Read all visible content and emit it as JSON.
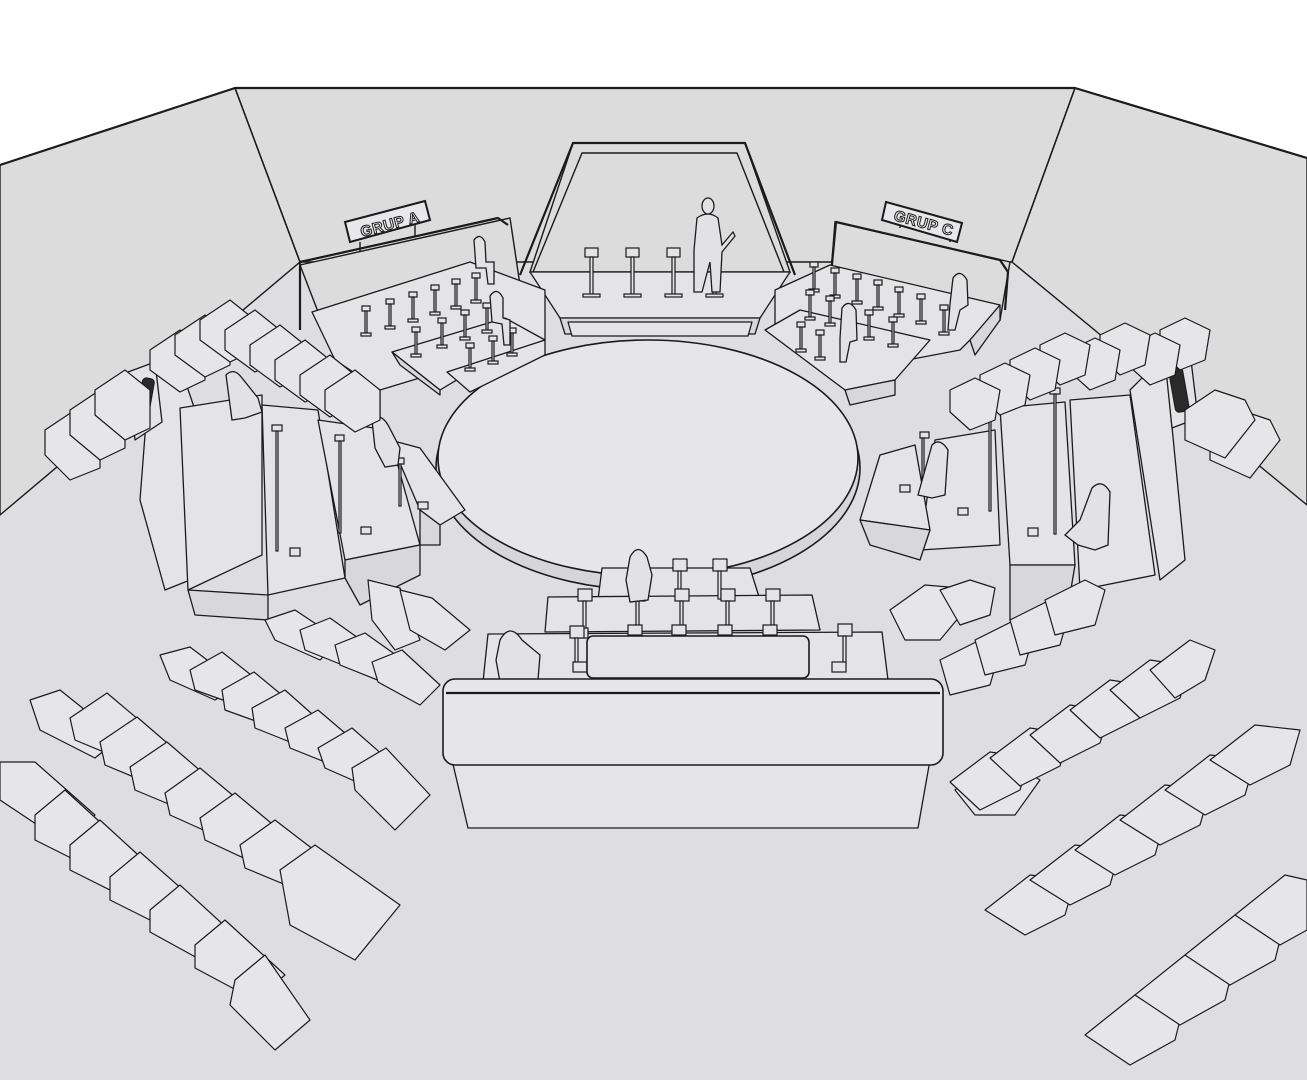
{
  "scene": {
    "description": "Line-art 3D render of an octagonal TV quiz show studio",
    "background_color": "#ffffff",
    "floor_color": "#dedee0",
    "wall_color": "#dcdcdd",
    "line_color": "#1b1b1b"
  },
  "signs": {
    "group_a": "GRUP A",
    "group_c": "GRUP C"
  },
  "elements": {
    "host_stage": {
      "podium_count": 4,
      "people": 1
    },
    "group_a_podiums": {
      "rows": 3,
      "podium_count": 15,
      "people": 2
    },
    "group_c_podiums": {
      "rows": 3,
      "podium_count": 16,
      "people": 2
    },
    "left_wing_podiums": {
      "rows": 3,
      "people": 2
    },
    "right_wing_podiums": {
      "rows": 3,
      "people": 2
    },
    "front_podiums": {
      "podium_count": 10,
      "people": 2
    },
    "central_stage": "round",
    "audience_sections": 4
  }
}
